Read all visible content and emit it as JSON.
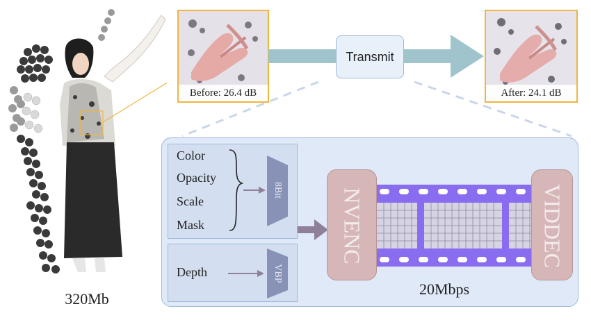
{
  "figure": {
    "size_label": "320Mb"
  },
  "before": {
    "caption": "Before: 26.4 dB"
  },
  "after": {
    "caption": "After: 24.1 dB"
  },
  "transmit": {
    "label": "Transmit"
  },
  "attributes": {
    "items": [
      "Color",
      "Opacity",
      "Scale",
      "Mask"
    ],
    "quantizer": "8Bit"
  },
  "depth": {
    "label": "Depth",
    "encoder": "VBP"
  },
  "codec": {
    "encoder": "NVENC",
    "decoder": "VIDDEC",
    "bitrate": "20Mbps"
  },
  "colors": {
    "accent_orange": "#f0b640",
    "panel_blue": "#dfe9f7",
    "arrow_teal": "#9fc4cc",
    "film_purple": "#8a6cf0",
    "codec_pink": "#d7b6b8",
    "trap_slate": "#8792b6"
  }
}
